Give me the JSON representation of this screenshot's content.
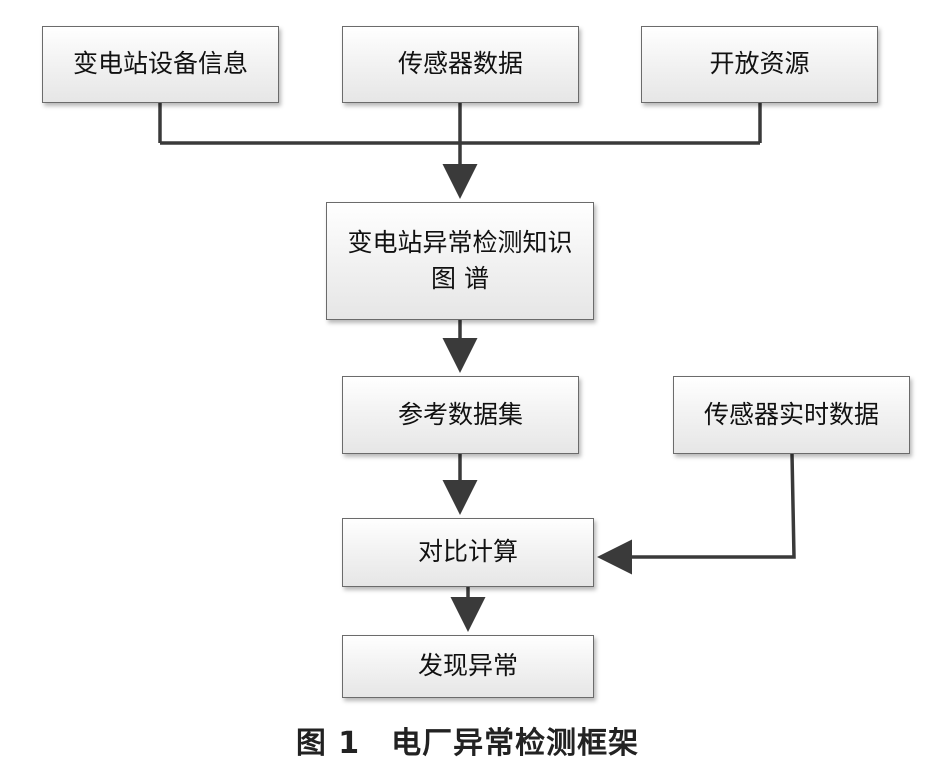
{
  "diagram": {
    "nodes": {
      "device_info": "变电站设备信息",
      "sensor_data": "传感器数据",
      "open_resources": "开放资源",
      "knowledge_graph": "变电站异常检测知识\n图 谱",
      "reference_dataset": "参考数据集",
      "realtime_sensor_data": "传感器实时数据",
      "comparison": "对比计算",
      "anomaly_found": "发现异常"
    },
    "edges": [
      {
        "from": "device_info",
        "to": "knowledge_graph"
      },
      {
        "from": "sensor_data",
        "to": "knowledge_graph"
      },
      {
        "from": "open_resources",
        "to": "knowledge_graph"
      },
      {
        "from": "knowledge_graph",
        "to": "reference_dataset"
      },
      {
        "from": "reference_dataset",
        "to": "comparison"
      },
      {
        "from": "realtime_sensor_data",
        "to": "comparison"
      },
      {
        "from": "comparison",
        "to": "anomaly_found"
      }
    ],
    "caption": "图 1　电厂异常检测框架"
  }
}
